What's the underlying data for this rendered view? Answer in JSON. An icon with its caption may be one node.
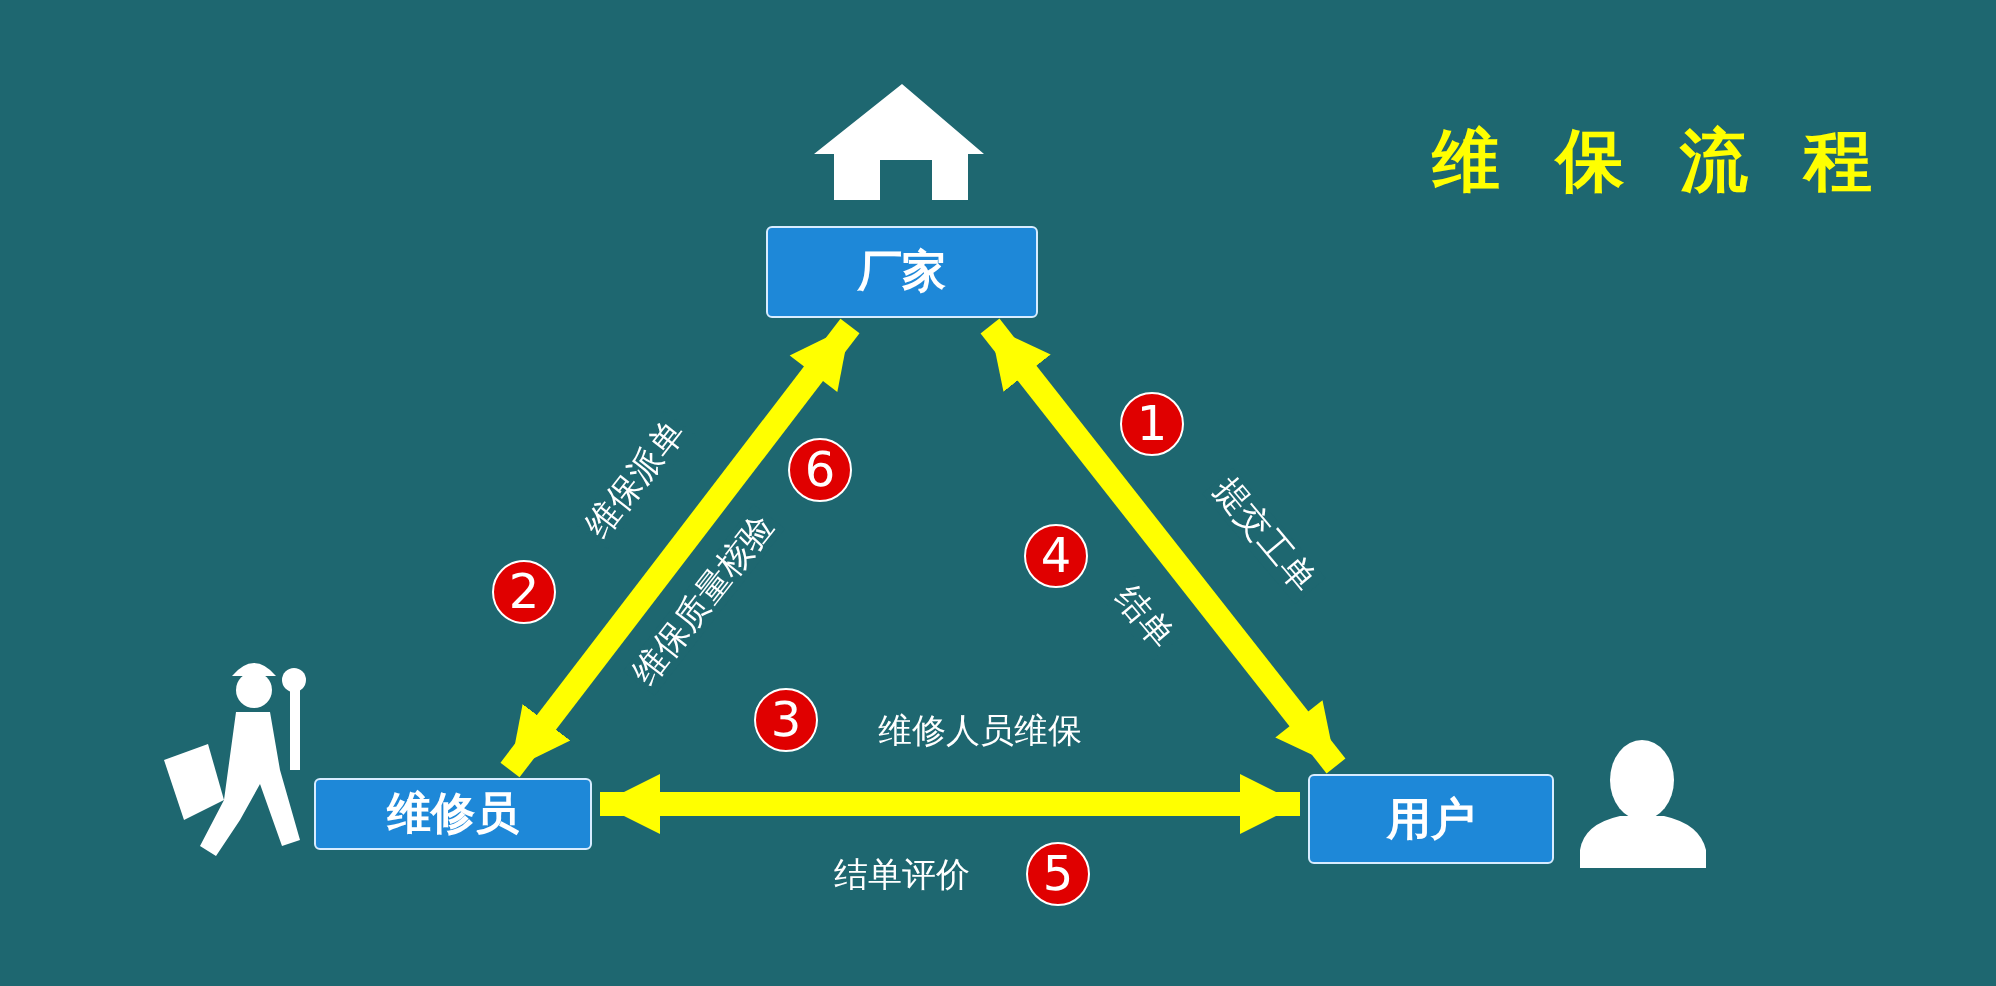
{
  "diagram": {
    "title": "维保流程",
    "nodes": [
      {
        "text": [
          "厂家"
        ]
      },
      {
        "text": [
          "维修员"
        ]
      },
      {
        "text": [
          "用户"
        ]
      }
    ],
    "edges": [
      {
        "from": 0,
        "to": 1,
        "arrow": "both",
        "label": "维保派单"
      },
      {
        "from": 2,
        "to": 0,
        "arrow": "both",
        "label": "提交工单"
      },
      {
        "from": 1,
        "to": 2,
        "arrow": "both",
        "label": "维修人员维保"
      }
    ],
    "labels": [
      "1",
      "6",
      "4",
      "维保质量核验",
      "2",
      "结单",
      "3",
      "5",
      "结单评价"
    ]
  }
}
